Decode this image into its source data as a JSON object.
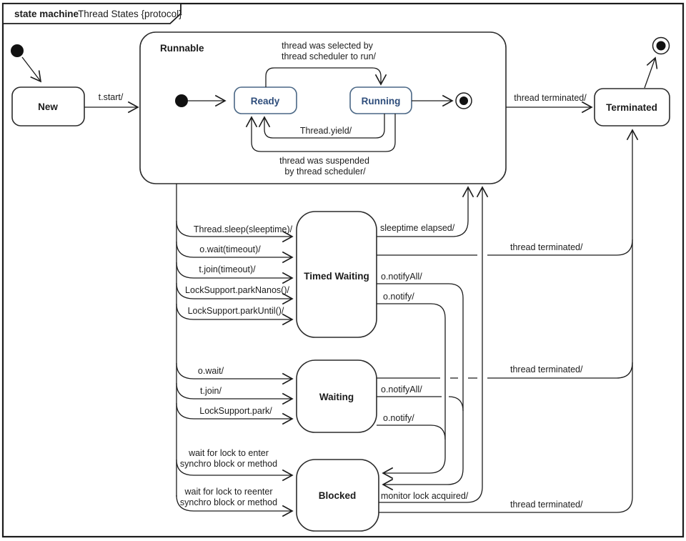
{
  "frame": {
    "keyword": "state machine",
    "name": "Thread States {protocol}"
  },
  "states": {
    "new": "New",
    "runnable": "Runnable",
    "ready": "Ready",
    "running": "Running",
    "terminated": "Terminated",
    "timed_waiting": "Timed Waiting",
    "waiting": "Waiting",
    "blocked": "Blocked"
  },
  "transitions": {
    "t_start": "t.start/",
    "selected_line1": "thread was selected by",
    "selected_line2": "thread scheduler to run/",
    "yield": "Thread.yield/",
    "suspended_line1": "thread was suspended",
    "suspended_line2": "by thread scheduler/",
    "thread_terminated": "thread terminated/",
    "sleep": "Thread.sleep(sleeptime)/",
    "wait_timeout": "o.wait(timeout)/",
    "join_timeout": "t.join(timeout)/",
    "park_nanos": "LockSupport.parkNanos()/",
    "park_until": "LockSupport.parkUntil()/",
    "sleeptime_elapsed": "sleeptime elapsed/",
    "notify_all": "o.notifyAll/",
    "notify": "o.notify/",
    "o_wait": "o.wait/",
    "t_join": "t.join/",
    "park": "LockSupport.park/",
    "wait_enter_line1": "wait for lock to enter",
    "wait_reenter_line1": "wait for lock to reenter",
    "synchro_line2": "synchro block or method",
    "monitor": "monitor lock acquired/"
  },
  "colors": {
    "line": "#1c1c1c",
    "inner_state_text": "#2e4d7b",
    "state_text": "#111111",
    "background": "#ffffff"
  }
}
